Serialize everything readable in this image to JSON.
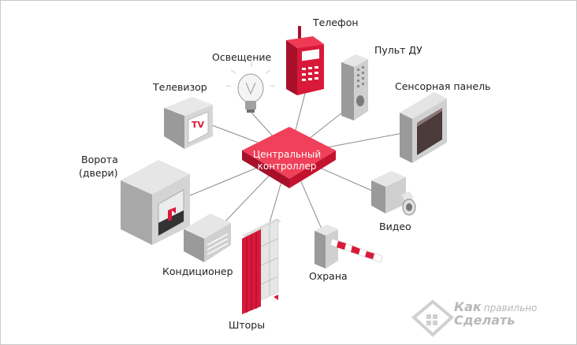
{
  "center": {
    "line1": "Центральный",
    "line2": "контроллер"
  },
  "labels": {
    "phone": "Телефон",
    "lighting": "Освещение",
    "remote": "Пульт ДУ",
    "tv": "Телевизор",
    "touch_panel": "Сенсорная панель",
    "gate_line1": "Ворота",
    "gate_line2": "(двери)",
    "video": "Видео",
    "ac": "Кондиционер",
    "security": "Охрана",
    "curtains": "Шторы",
    "tv_screen": "TV"
  },
  "watermark": {
    "word1": "Как",
    "word2": "правильно",
    "word3": "Сделать"
  },
  "colors": {
    "accent": "#d9193a",
    "accent_dark": "#a8102a",
    "line": "#7a7a7a",
    "device_gray": "#c8c8c8"
  }
}
